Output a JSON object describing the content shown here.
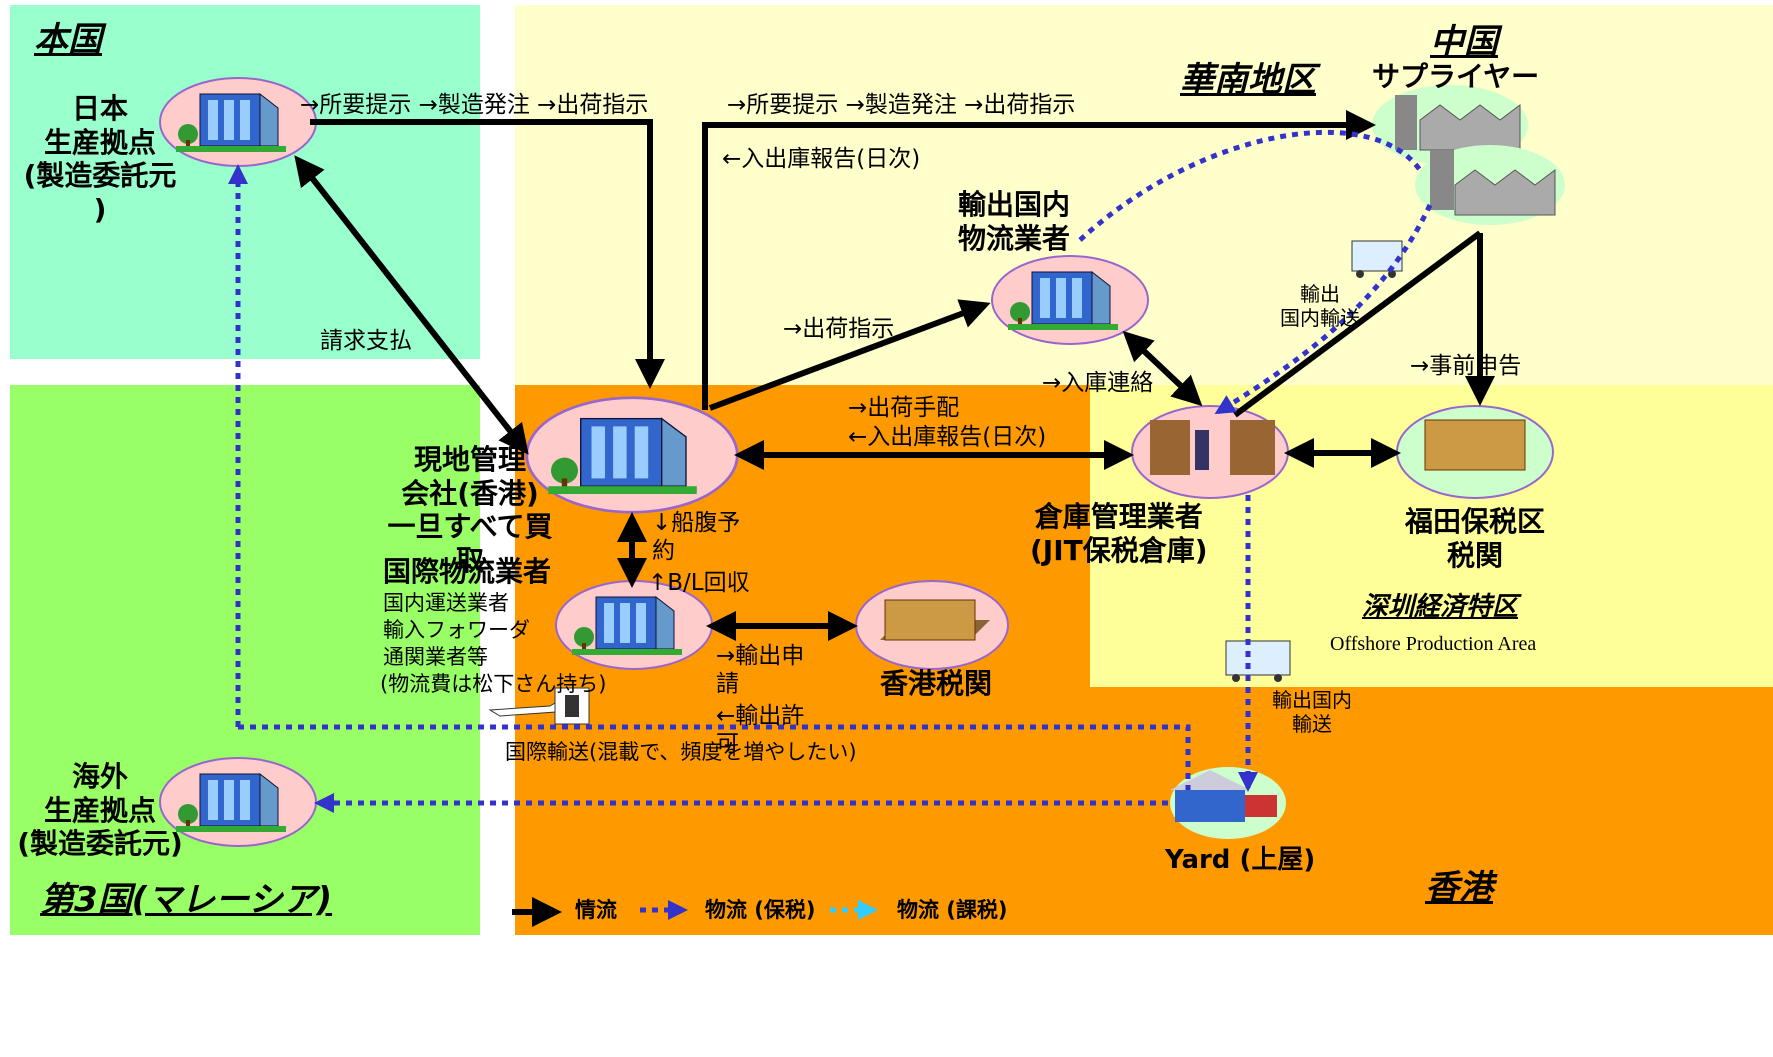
{
  "colors": {
    "honkoku": "#99ffcc",
    "kanan": "#ffffcc",
    "dai3": "#99ff66",
    "hongkong": "#ff9900",
    "shenzhen": "#ffff99",
    "info_flow": "#000000",
    "logistics_bonded": "#3333cc",
    "logistics_taxed": "#33ccff",
    "node_bg": "#ffcccc"
  },
  "regions": {
    "honkoku": "本国",
    "china": "中国",
    "kanan": "華南地区",
    "dai3": "第3国(マレーシア)",
    "hongkong": "香港",
    "shenzhen": "深圳経済特区",
    "shenzhen_en": "Offshore Production Area"
  },
  "nodes": {
    "japan": "日本\n生産拠点\n(製造委託元\n)",
    "supplier": "サプライヤー",
    "export_domestic": "輸出国内\n物流業者",
    "local_mgmt": "現地管理\n会社(香港)\n一旦すべて買\n取",
    "intl_logistics": "国際物流業者",
    "intl_logistics_sub": [
      "国内運送業者",
      "輸入フォワーダ",
      "通関業者等",
      "(物流費は松下さん持ち)"
    ],
    "hk_customs": "香港税関",
    "warehouse": "倉庫管理業者\n(JIT保税倉庫)",
    "futian": "福田保税区\n税関",
    "yard": "Yard (上屋)",
    "overseas": "海外\n生産拠点\n(製造委託元)"
  },
  "labels": {
    "top_left_flow": "→所要提示  →製造発注  →出荷指示",
    "top_right_flow": "→所要提示  →製造発注  →出荷指示",
    "inout_report_daily": "←入出庫報告(日次)",
    "billing": "請求支払",
    "ship_instruct": "→出荷指示",
    "ship_arrange": "→出荷手配",
    "inout_report_daily2": "←入出庫報告(日次)",
    "stock_notice": "→入庫連絡",
    "advance_declare": "→事前申告",
    "export_domestic_transport": "輸出\n国内輸送",
    "export_domestic_transport2": "輸出国内\n輸送",
    "booking": "↓船腹予\n約",
    "bl_return": "↑B/L回収",
    "export_apply": "→輸出申\n請",
    "export_permit": "←輸出許\n可",
    "intl_transport": "国際輸送(混載で、頻度を増やしたい)"
  },
  "legend": {
    "info": "情流",
    "bonded": "物流 (保税)",
    "taxed": "物流 (課税)"
  }
}
